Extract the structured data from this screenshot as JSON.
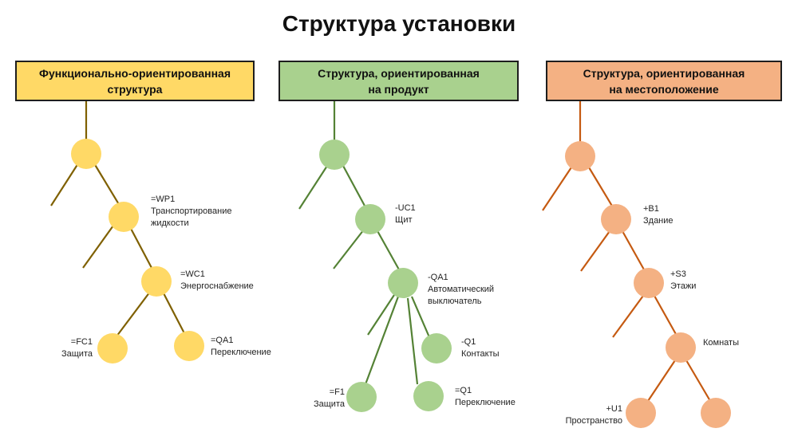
{
  "title": "Структура установки",
  "colors": {
    "yellow_fill": "#FFD966",
    "yellow_line": "#7F6000",
    "green_fill": "#A9D18E",
    "green_line": "#548235",
    "orange_fill": "#F4B183",
    "orange_line": "#C55A11",
    "border": "#1E1E1E"
  },
  "columns": [
    {
      "header": "Функционально-ориентированная\nструктура",
      "nodes": [
        {
          "code": "",
          "name": ""
        },
        {
          "code": "=WP1",
          "name": "Транспортирование",
          "name2": "жидкости"
        },
        {
          "code": "=WC1",
          "name": "Энергоснабжение"
        },
        {
          "code": "=FC1",
          "name": "Защита"
        },
        {
          "code": "=QA1",
          "name": "Переключение"
        }
      ]
    },
    {
      "header": "Структура,  ориентированная\nна продукт",
      "nodes": [
        {
          "code": "",
          "name": ""
        },
        {
          "code": "-UC1",
          "name": "Щит"
        },
        {
          "code": "-QA1",
          "name": "Автоматический",
          "name2": "выключатель"
        },
        {
          "code": "-Q1",
          "name": "Контакты"
        },
        {
          "code": "=F1",
          "name": "Защита"
        },
        {
          "code": "=Q1",
          "name": "Переключение"
        }
      ]
    },
    {
      "header": "Структура,  ориентированная\nна местоположение",
      "nodes": [
        {
          "code": "",
          "name": ""
        },
        {
          "code": "+B1",
          "name": "Здание"
        },
        {
          "code": "+S3",
          "name": "Этажи"
        },
        {
          "code": "",
          "name": "Комнаты"
        },
        {
          "code": "+U1",
          "name": "Пространство"
        },
        {
          "code": "",
          "name": ""
        }
      ]
    }
  ]
}
